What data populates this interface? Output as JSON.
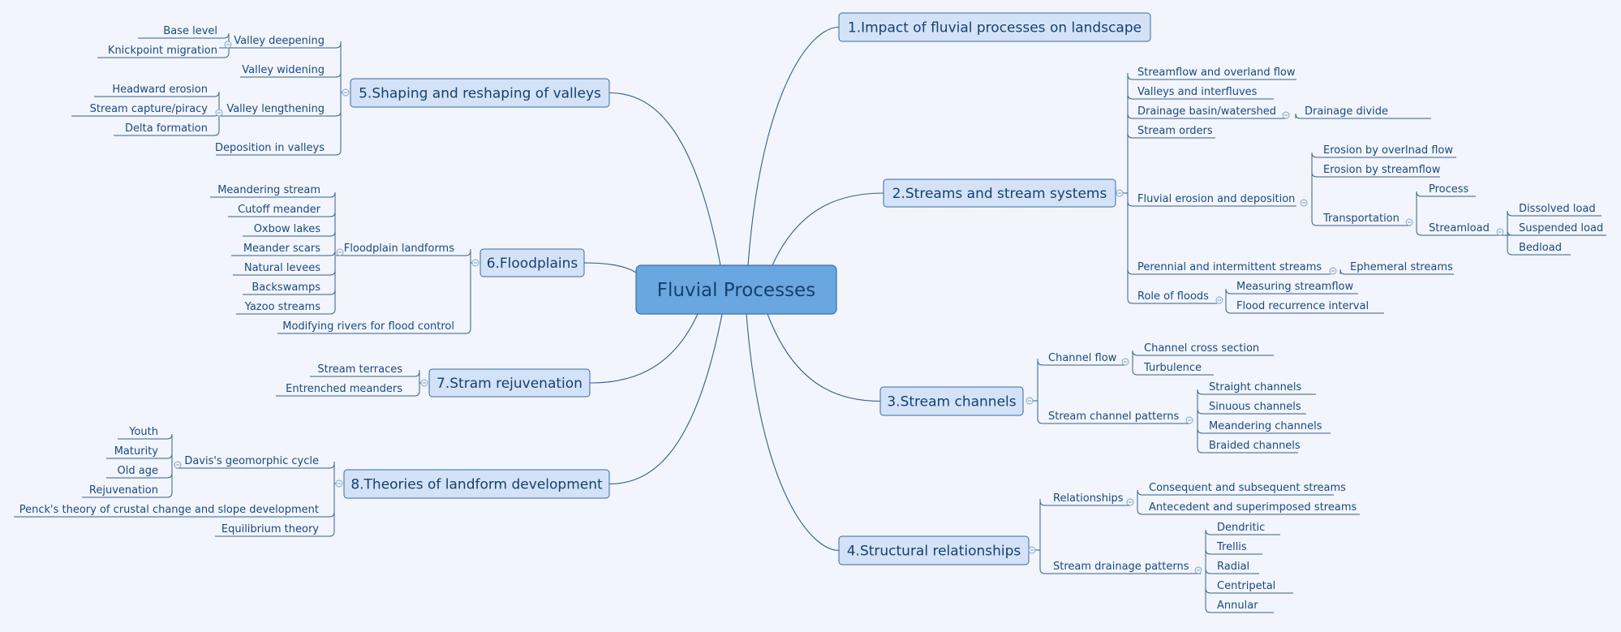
{
  "root": {
    "label": "Fluvial Processes"
  },
  "branches": [
    {
      "label": "1.Impact of fluvial processes on landscape",
      "items": []
    },
    {
      "label": "2.Streams and stream systems",
      "items": [
        {
          "label": "Streamflow and overland flow"
        },
        {
          "label": "Valleys and interfluves"
        },
        {
          "label": "Drainage basin/watershed",
          "children": [
            {
              "label": "Drainage divide"
            }
          ]
        },
        {
          "label": "Stream orders"
        },
        {
          "label": "Fluvial erosion and deposition",
          "children": [
            {
              "label": "Erosion by overlnad flow"
            },
            {
              "label": "Erosion by streamflow"
            },
            {
              "label": "Transportation",
              "children": [
                {
                  "label": "Process"
                },
                {
                  "label": "Streamload",
                  "children": [
                    {
                      "label": "Dissolved load"
                    },
                    {
                      "label": "Suspended load"
                    },
                    {
                      "label": "Bedload"
                    }
                  ]
                }
              ]
            }
          ]
        },
        {
          "label": "Perennial and intermittent streams",
          "children": [
            {
              "label": "Ephemeral streams"
            }
          ]
        },
        {
          "label": "Role of floods",
          "children": [
            {
              "label": "Measuring streamflow"
            },
            {
              "label": "Flood recurrence interval"
            }
          ]
        }
      ]
    },
    {
      "label": "3.Stream channels",
      "items": [
        {
          "label": "Channel flow",
          "children": [
            {
              "label": "Channel cross section"
            },
            {
              "label": "Turbulence"
            }
          ]
        },
        {
          "label": "Stream channel patterns",
          "children": [
            {
              "label": "Straight channels"
            },
            {
              "label": "Sinuous channels"
            },
            {
              "label": "Meandering channels"
            },
            {
              "label": "Braided channels"
            }
          ]
        }
      ]
    },
    {
      "label": "4.Structural relationships",
      "items": [
        {
          "label": "Relationships",
          "children": [
            {
              "label": "Consequent and subsequent streams"
            },
            {
              "label": "Antecedent and superimposed streams"
            }
          ]
        },
        {
          "label": "Stream drainage patterns",
          "children": [
            {
              "label": "Dendritic"
            },
            {
              "label": "Trellis"
            },
            {
              "label": "Radial"
            },
            {
              "label": "Centripetal"
            },
            {
              "label": "Annular"
            }
          ]
        }
      ]
    },
    {
      "label": "5.Shaping and reshaping of valleys",
      "items": [
        {
          "label": "Valley deepening",
          "children": [
            {
              "label": "Base level"
            },
            {
              "label": "Knickpoint migration"
            }
          ]
        },
        {
          "label": "Valley widening"
        },
        {
          "label": "Valley lengthening",
          "children": [
            {
              "label": "Headward erosion"
            },
            {
              "label": "Stream capture/piracy"
            },
            {
              "label": "Delta formation"
            }
          ]
        },
        {
          "label": "Deposition in valleys"
        }
      ]
    },
    {
      "label": "6.Floodplains",
      "items": [
        {
          "label": "Floodplain landforms",
          "children": [
            {
              "label": "Meandering stream"
            },
            {
              "label": "Cutoff meander"
            },
            {
              "label": "Oxbow lakes"
            },
            {
              "label": "Meander scars"
            },
            {
              "label": "Natural levees"
            },
            {
              "label": "Backswamps"
            },
            {
              "label": "Yazoo streams"
            }
          ]
        },
        {
          "label": "Modifying rivers for flood control"
        }
      ]
    },
    {
      "label": "7.Stram rejuvenation",
      "items": [
        {
          "label": "Stream terraces"
        },
        {
          "label": "Entrenched meanders"
        }
      ]
    },
    {
      "label": "8.Theories of landform development",
      "items": [
        {
          "label": "Davis's geomorphic cycle",
          "children": [
            {
              "label": "Youth"
            },
            {
              "label": "Maturity"
            },
            {
              "label": "Old age"
            },
            {
              "label": "Rejuvenation"
            }
          ]
        },
        {
          "label": "Penck's theory of crustal change and slope development"
        },
        {
          "label": "Equilibrium theory"
        }
      ]
    }
  ]
}
